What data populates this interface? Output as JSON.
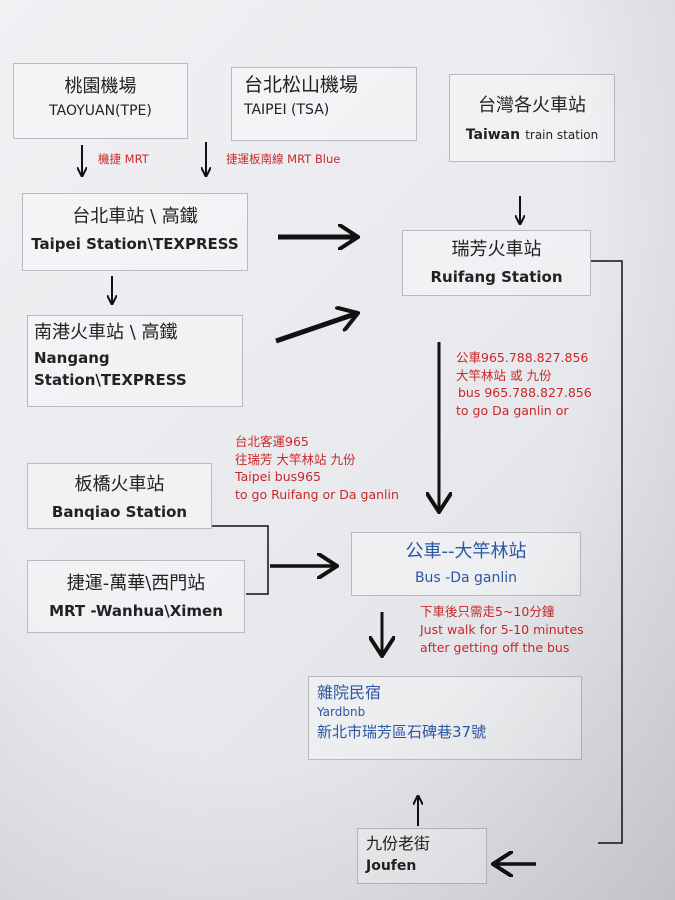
{
  "nodes": {
    "taoyuan": {
      "zh": "桃園機場",
      "en": "TAOYUAN(TPE)"
    },
    "songshan": {
      "zh": "台北松山機場",
      "en": "TAIPEI (TSA)"
    },
    "taiwan_station": {
      "zh": "台灣各火車站",
      "en_bold": "Taiwan",
      "en": "train station"
    },
    "taipei_station": {
      "zh": "台北車站 \\ 高鐵",
      "en": "Taipei Station\\TEXPRESS"
    },
    "ruifang": {
      "zh": "瑞芳火車站",
      "en": "Ruifang Station"
    },
    "nangang": {
      "zh": "南港火車站 \\ 高鐵",
      "en1": "Nangang",
      "en2": "Station\\TEXPRESS"
    },
    "banqiao": {
      "zh": "板橋火車站",
      "en": "Banqiao Station"
    },
    "wanhua": {
      "zh": "捷運-萬華\\西門站",
      "en": "MRT  -Wanhua\\Ximen"
    },
    "daganlin": {
      "zh": "公車--大竿林站",
      "en": "Bus  -Da ganlin"
    },
    "yardbnb": {
      "zh": "雜院民宿",
      "en": "Yardbnb",
      "address": "新北市瑞芳區石碑巷37號"
    },
    "jiufen": {
      "zh": "九份老街",
      "en": "Joufen"
    }
  },
  "labels": {
    "mrt": "機捷 MRT",
    "mrt_blue": "捷運板南線 MRT Blue",
    "bus_ruifang": [
      "公車965.788.827.856",
      "大竿林站 或 九份",
      "bus 965.788.827.856",
      "to go  Da ganlin or"
    ],
    "bus_taipei": [
      "台北客運965",
      "往瑞芳 大竿林站 九份",
      "Taipei bus965",
      "to go Ruifang or Da ganlin"
    ],
    "walk": [
      "下車後只需走5~10分鐘",
      "Just walk for 5-10 minutes",
      "after getting off the bus"
    ]
  },
  "colors": {
    "label_red": "#c8282a",
    "bus_blue": "#2b56a3",
    "arrow": "#111111"
  }
}
